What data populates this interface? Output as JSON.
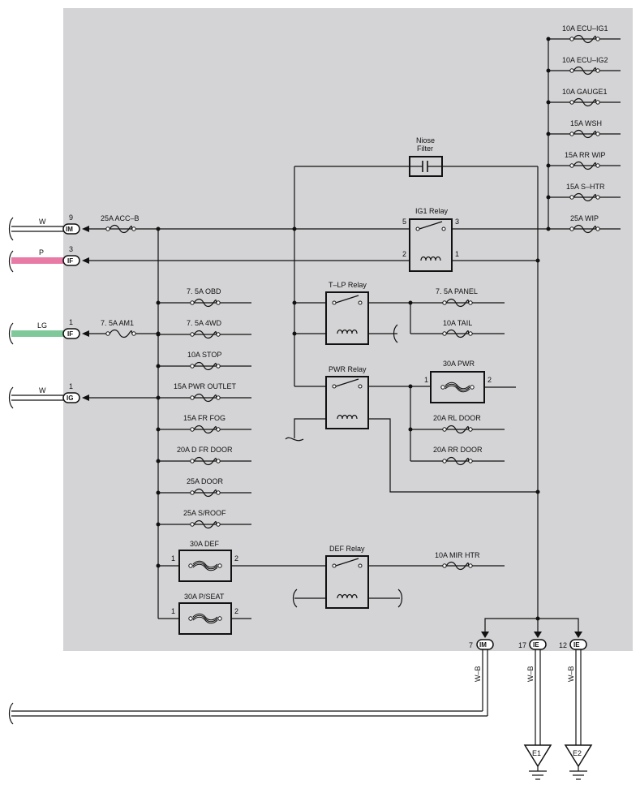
{
  "colors": {
    "panel": "#d4d4d6",
    "pink_wire": "#e87aa6",
    "green_wire": "#7fc89a",
    "line": "#111111"
  },
  "inputs": {
    "im": {
      "wire_color": "W",
      "pin": "9",
      "connector": "IM"
    },
    "if_p": {
      "wire_color": "P",
      "pin": "3",
      "connector": "IF"
    },
    "if_lg": {
      "wire_color": "LG",
      "pin": "1",
      "connector": "IF"
    },
    "ig": {
      "wire_color": "W",
      "pin": "1",
      "connector": "IG"
    }
  },
  "main_fuses": {
    "acc_b": "25A ACC–B",
    "am1": "7. 5A AM1"
  },
  "left_fuses": [
    "7. 5A OBD",
    "7. 5A 4WD",
    "10A STOP",
    "15A PWR OUTLET",
    "15A FR FOG",
    "20A D FR DOOR",
    "25A DOOR",
    "25A S/ROOF"
  ],
  "fusible_links": {
    "def": {
      "label": "30A DEF",
      "pin_left": "1",
      "pin_right": "2"
    },
    "pseat": {
      "label": "30A P/SEAT",
      "pin_left": "1",
      "pin_right": "2"
    },
    "pwr": {
      "label": "30A PWR",
      "pin_left": "1",
      "pin_right": "2"
    }
  },
  "relays": {
    "ig1": {
      "label": "IG1 Relay",
      "pins": [
        "5",
        "3",
        "2",
        "1"
      ]
    },
    "tlp": {
      "label": "T–LP Relay"
    },
    "pwr": {
      "label": "PWR Relay"
    },
    "def": {
      "label": "DEF Relay"
    }
  },
  "noise_filter": {
    "line1": "Niose",
    "line2": "Filter"
  },
  "right_fuses": [
    "10A ECU–IG1",
    "10A ECU–IG2",
    "10A GAUGE1",
    "15A WSH",
    "15A RR WIP",
    "15A S–HTR",
    "25A WIP"
  ],
  "relay_outputs": {
    "panel": "7. 5A PANEL",
    "tail": "10A TAIL",
    "rl_door": "20A RL DOOR",
    "rr_door": "20A RR DOOR",
    "mir_htr": "10A MIR HTR"
  },
  "ground_connectors": {
    "im": {
      "pin": "7",
      "connector": "IM",
      "wire_color": "W–B"
    },
    "ie17": {
      "pin": "17",
      "connector": "IE",
      "wire_color": "W–B"
    },
    "ie12": {
      "pin": "12",
      "connector": "IE",
      "wire_color": "W–B"
    }
  },
  "grounds": {
    "e1": "E1",
    "e2": "E2"
  }
}
